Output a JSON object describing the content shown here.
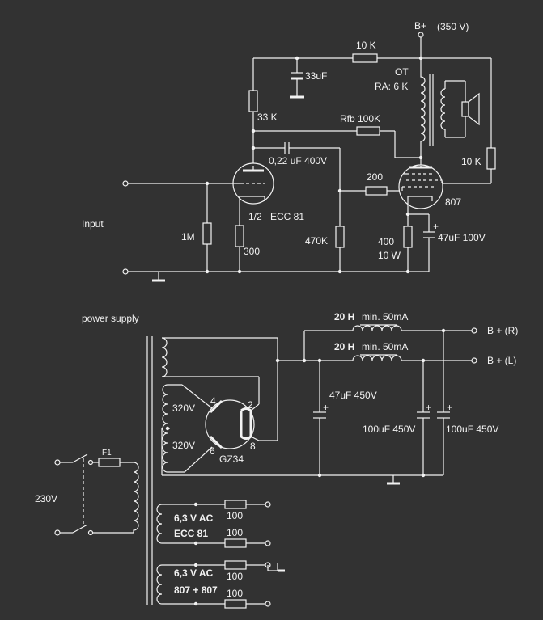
{
  "amp": {
    "bplus": "B+",
    "bplus_volt": "(350 V)",
    "r_10k_top": "10 K",
    "ot": "OT",
    "ra": "RA: 6 K",
    "c_33uf": "33uF",
    "r_33k": "33 K",
    "rfb": "Rfb 100K",
    "c_022": "0,22 uF 400V",
    "r_200": "200",
    "r_10k_side": "10 K",
    "tube_807": "807",
    "input": "Input",
    "r_1m": "1M",
    "half": "1/2",
    "ecc81": "ECC 81",
    "r_300": "300",
    "r_470k": "470K",
    "r_400": "400",
    "r_10w": "10 W",
    "c_47uf": "47uF 100V"
  },
  "psu": {
    "title": "power supply",
    "choke_r_a": "20 H",
    "choke_r_b": "min. 50mA",
    "choke_l_a": "20 H",
    "choke_l_b": "min. 50mA",
    "out_r": "B + (R)",
    "out_l": "B + (L)",
    "c1": "47uF 450V",
    "c2": "100uF 450V",
    "c3": "100uF 450V",
    "sec_a": "320V",
    "sec_b": "320V",
    "pin4": "4",
    "pin2": "2",
    "pin6": "6",
    "pin8": "8",
    "rect": "GZ34",
    "fuse": "F1",
    "mains": "230V",
    "h1_a": "6,3 V AC",
    "h1_b": "ECC 81",
    "h2_a": "6,3 V AC",
    "h2_b": "807 + 807",
    "r100_1": "100",
    "r100_2": "100",
    "r100_3": "100",
    "r100_4": "100",
    "plus1": "+",
    "plus2": "+",
    "plus3": "+",
    "plus4": "+",
    "plus5": "+"
  }
}
